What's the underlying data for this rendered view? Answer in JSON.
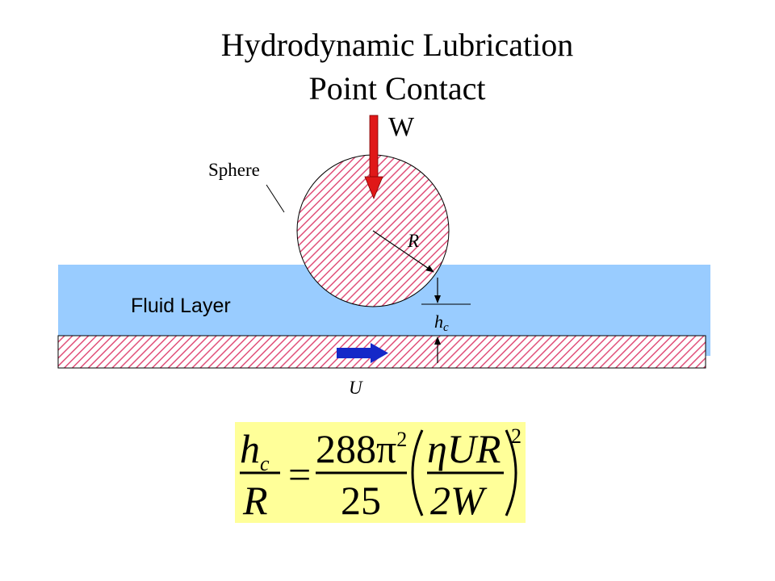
{
  "title": {
    "line1": "Hydrodynamic Lubrication",
    "line2": "Point Contact"
  },
  "labels": {
    "load": "W",
    "sphere": "Sphere",
    "radius": "R",
    "fluid": "Fluid Layer",
    "film_base": "h",
    "film_sub": "c",
    "velocity": "U"
  },
  "formula": {
    "lhs_num_base": "h",
    "lhs_num_sub": "c",
    "lhs_den": "R",
    "equals": "=",
    "rhs_num": "288π",
    "rhs_num_exp": "2",
    "rhs_den": "25",
    "paren_num": "ηUR",
    "paren_den": "2W",
    "outer_exp": "2"
  },
  "colors": {
    "fluid": "#99ccff",
    "hatch": "#e0507a",
    "load_arrow": "#e01818",
    "velocity_arrow": "#1428c8",
    "formula_bg": "#ffff99"
  }
}
